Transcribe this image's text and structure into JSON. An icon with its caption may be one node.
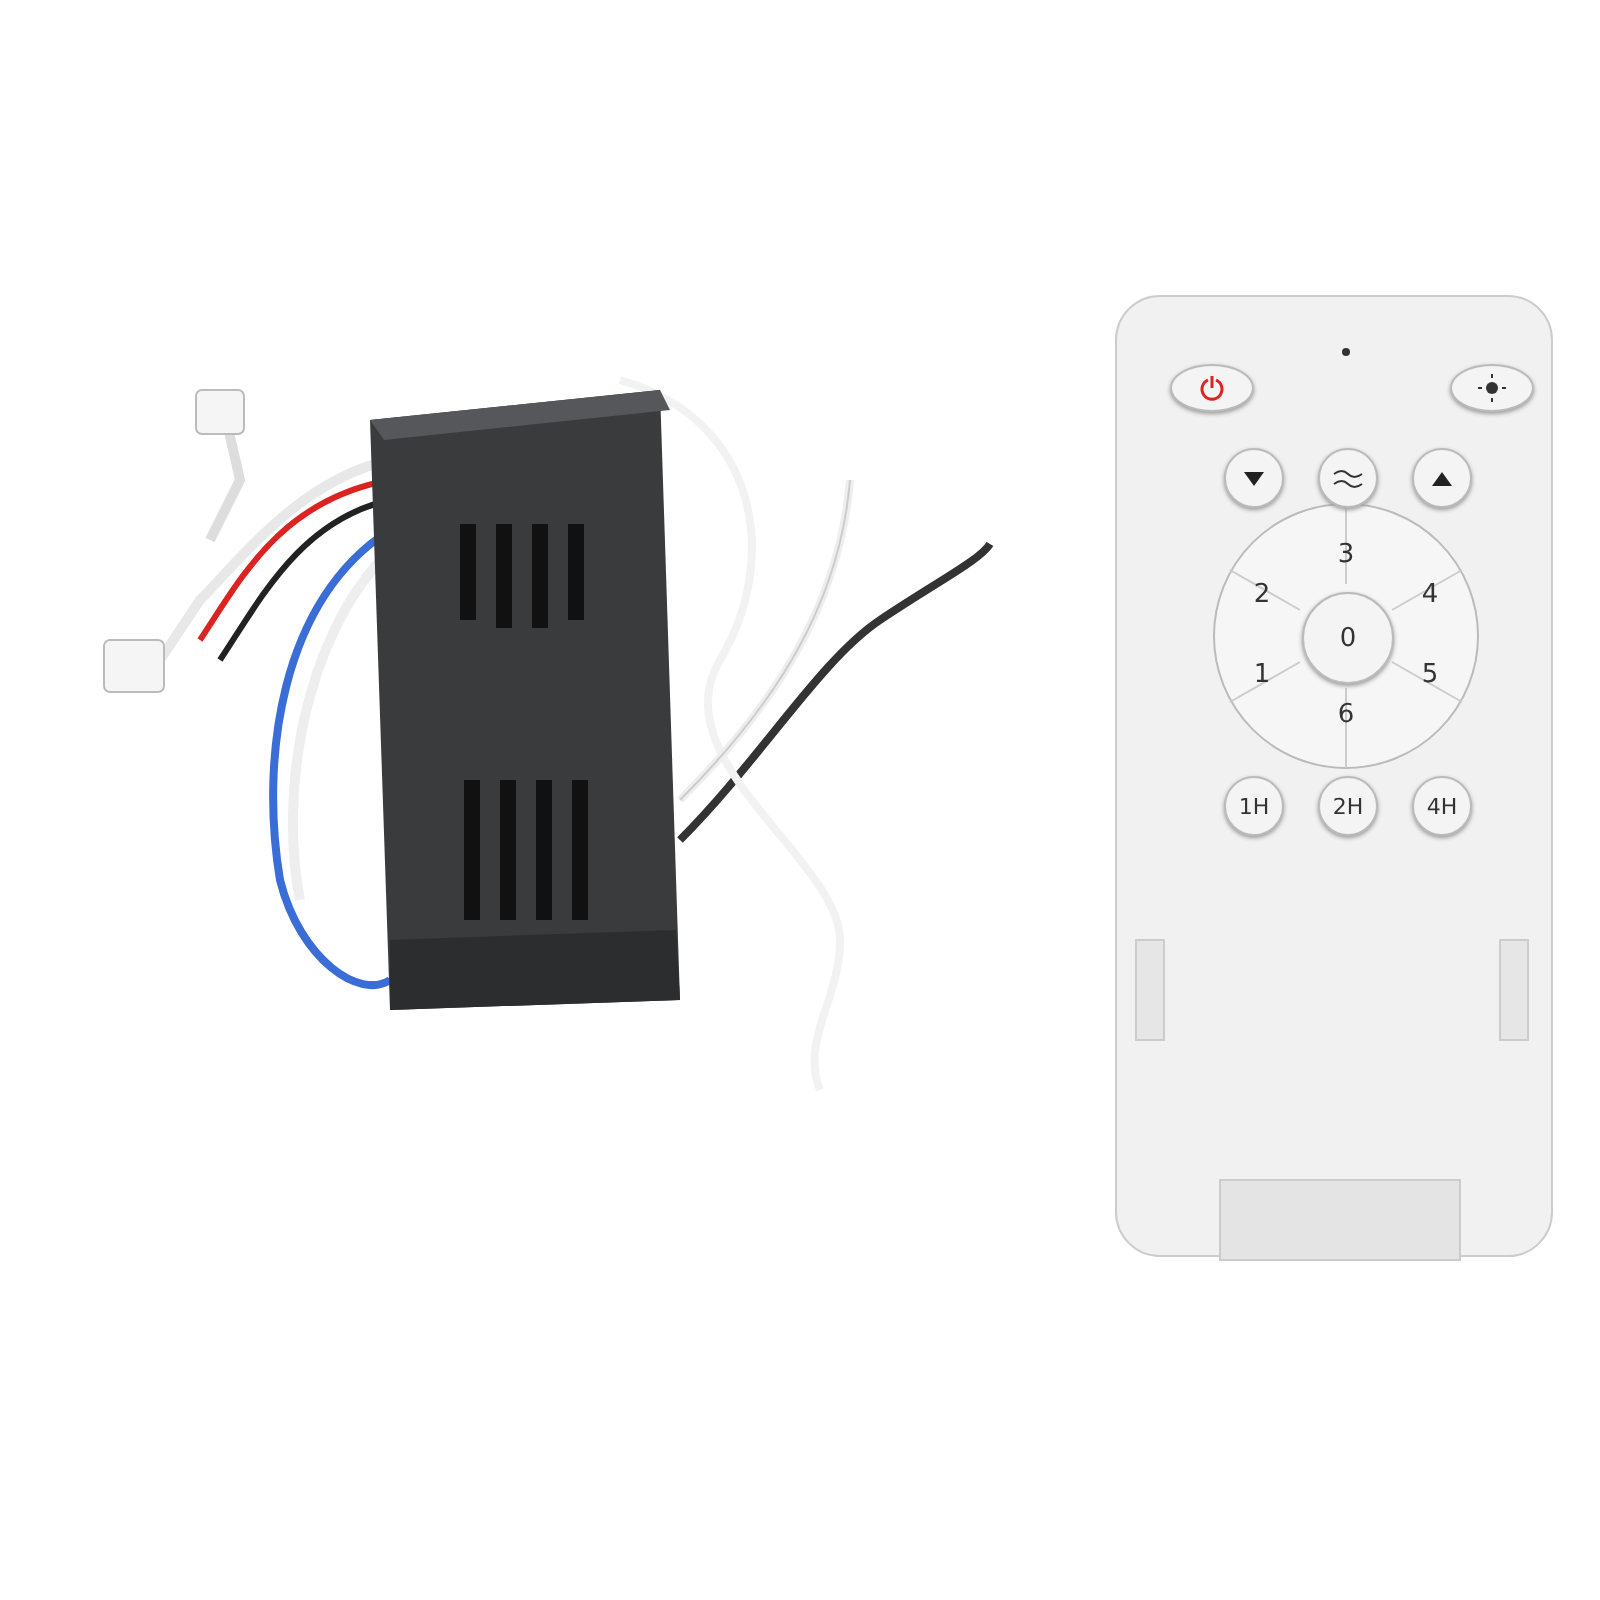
{
  "diagram": {
    "labels": [
      "3",
      "2",
      "4",
      "0",
      "1",
      "5",
      "6",
      "1H",
      "2H",
      "4H"
    ]
  }
}
